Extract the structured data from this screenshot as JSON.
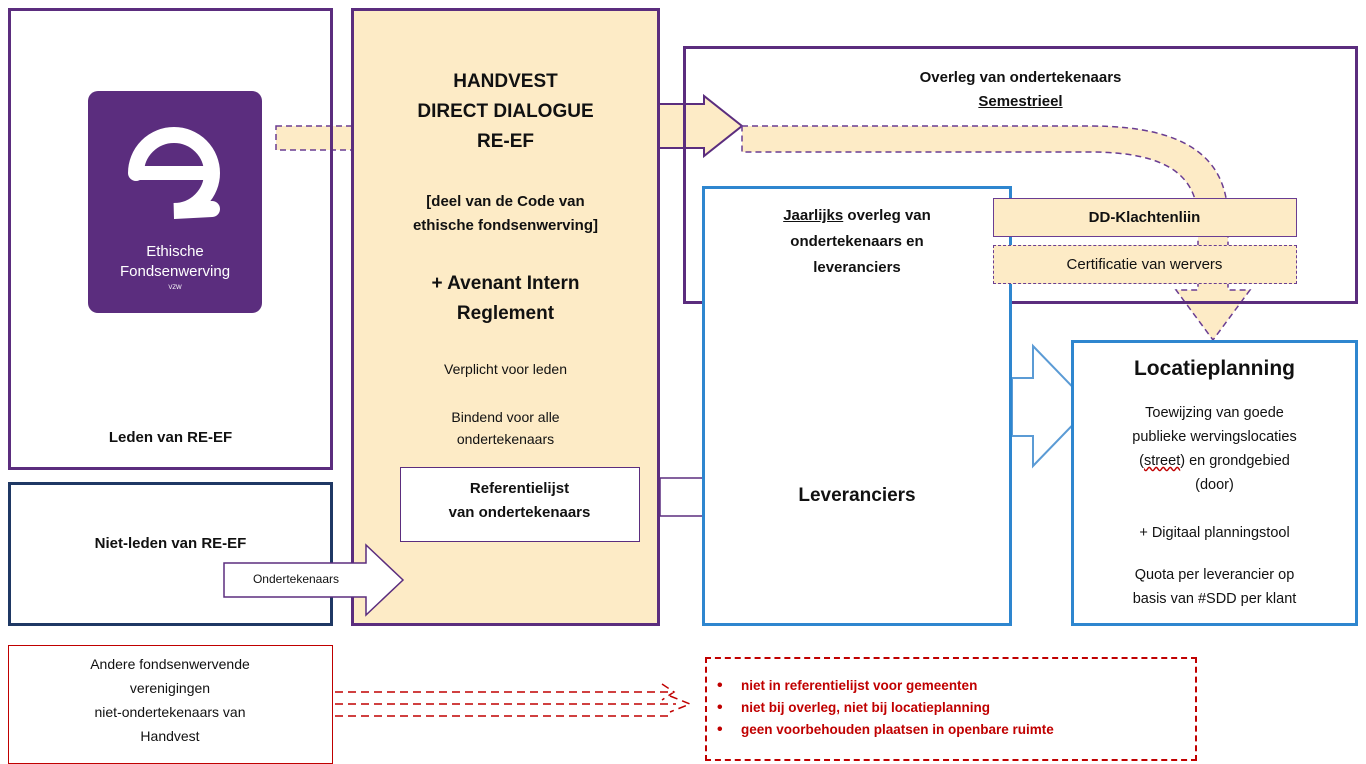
{
  "logo": {
    "line1": "Ethische",
    "line2": "Fondsenwerving",
    "line3": "VZW",
    "color": "#5b2d7e"
  },
  "leden": {
    "label": "Leden van RE-EF"
  },
  "niet_leden": {
    "label": "Niet-leden van RE-EF",
    "arrow_label": "Ondertekenaars"
  },
  "handvest": {
    "title1": "HANDVEST",
    "title2": "DIRECT DIALOGUE",
    "title3": "RE-EF",
    "subtitle1": "[deel van de Code van",
    "subtitle2": "ethische fondsenwerving]",
    "avenant1": "+ Avenant Intern",
    "avenant2": "Reglement",
    "verplicht": "Verplicht voor leden",
    "bindend1": "Bindend voor alle",
    "bindend2": "ondertekenaars",
    "referentie1": "Referentielijst",
    "referentie2": "van ondertekenaars"
  },
  "overleg": {
    "title": "Overleg van ondertekenaars",
    "freq": "Semestrieel"
  },
  "jaarlijks": {
    "underlined": "Jaarlijks",
    "line1_rest": " overleg van",
    "line2": "ondertekenaars en",
    "line3": "leveranciers"
  },
  "klachtenlijn": {
    "label": "DD-Klachtenliin"
  },
  "certificatie": {
    "label": "Certificatie van wervers"
  },
  "leveranciers": {
    "label": "Leveranciers"
  },
  "locatie": {
    "title": "Locatieplanning",
    "p1_l1": "Toewijzing van goede",
    "p1_l2": "publieke wervingslocaties",
    "p1_l3a": "(",
    "p1_l3b": "street",
    "p1_l3c": ") en grondgebied",
    "p1_l4": "(door)",
    "p2": "+ Digitaal planningstool",
    "p3_l1": "Quota per leverancier op",
    "p3_l2": "basis van #SDD per klant"
  },
  "andere": {
    "l1": "Andere fondsenwervende",
    "l2": "verenigingen",
    "l3": "niet-ondertekenaars van",
    "l4": "Handvest"
  },
  "consequences": [
    "niet in referentielijst voor gemeenten",
    "niet bij overleg, niet bij locatieplanning",
    "geen voorbehouden plaatsen in openbare ruimte"
  ],
  "colors": {
    "purple": "#5b2d7e",
    "navy": "#1f3864",
    "blue": "#2e86cf",
    "red": "#c00000",
    "cream": "#fdebc6"
  }
}
